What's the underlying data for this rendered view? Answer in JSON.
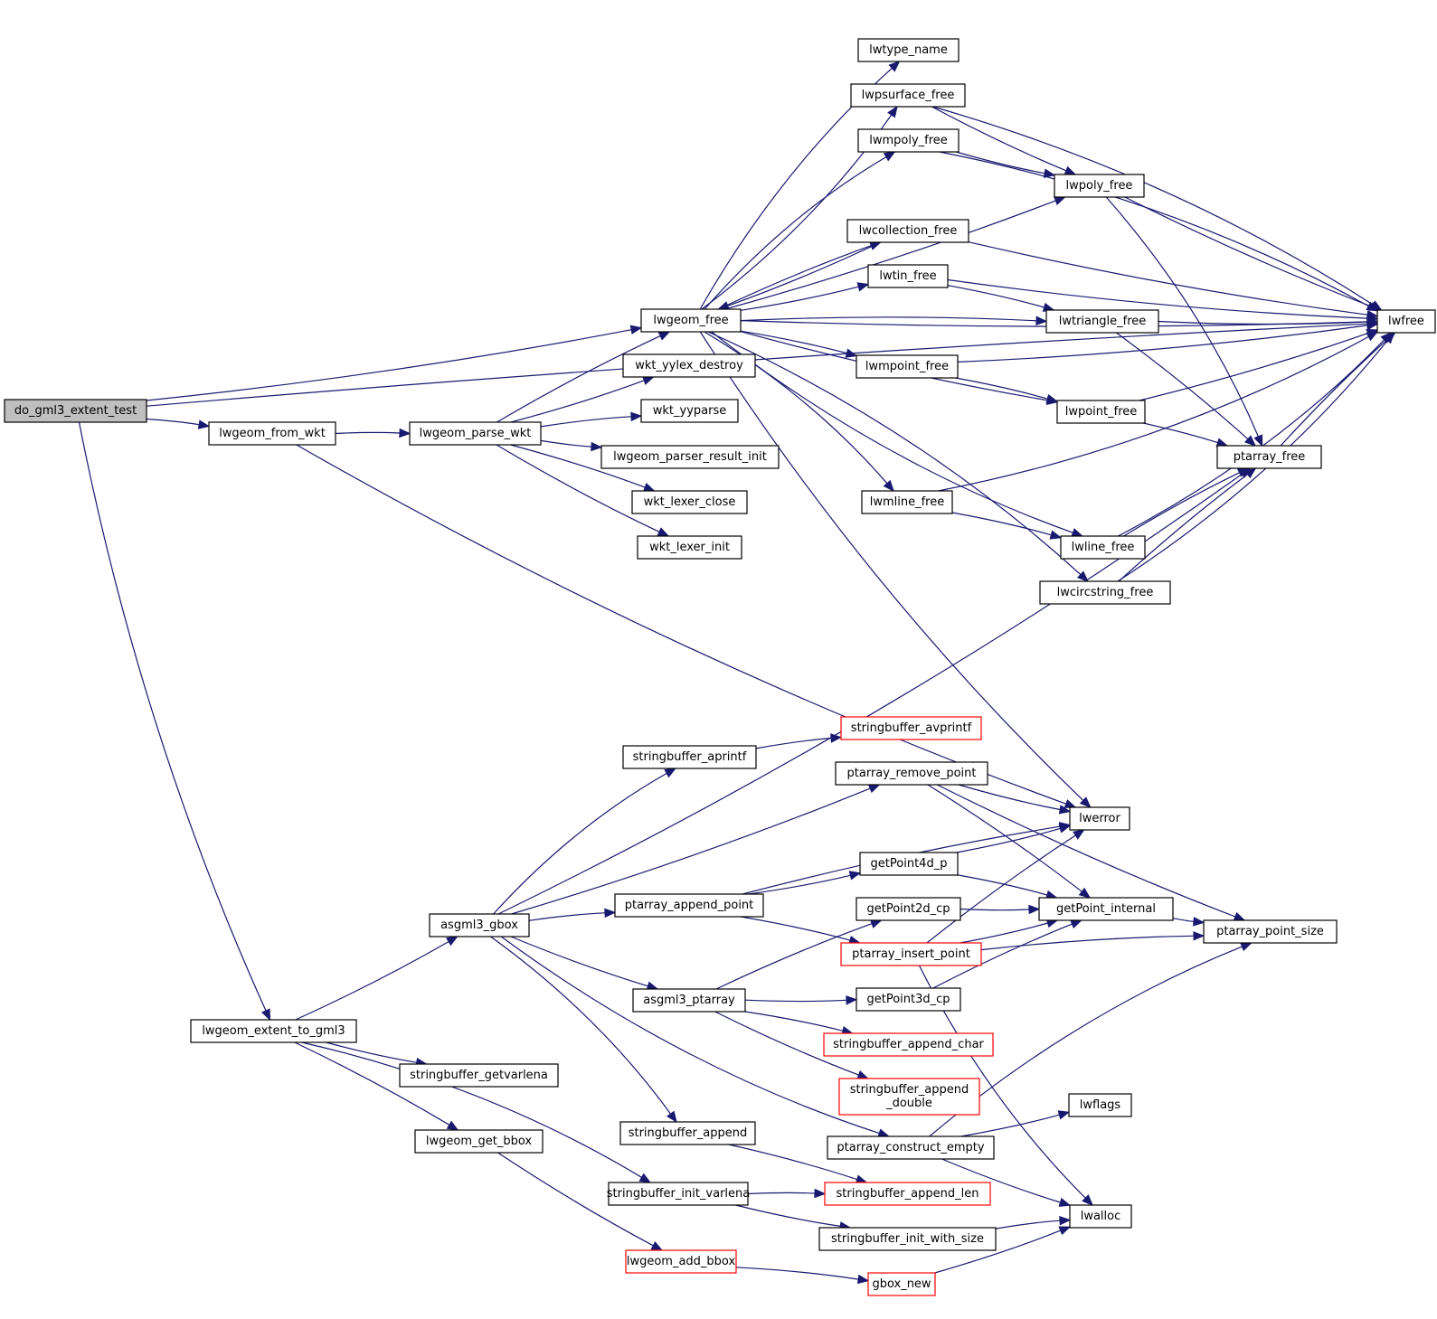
{
  "graph": {
    "title": "Call graph for do_gml3_extent_test",
    "colors": {
      "edge": "#191970",
      "root_fill": "#bfbfbf",
      "external_border": "#ff0000",
      "node_border": "#000000"
    },
    "nodes": [
      {
        "id": "do_gml3_extent_test",
        "label": "do_gml3_extent_test",
        "kind": "root"
      },
      {
        "id": "lwgeom_from_wkt",
        "label": "lwgeom_from_wkt",
        "kind": "normal"
      },
      {
        "id": "lwgeom_extent_to_gml3",
        "label": "lwgeom_extent_to_gml3",
        "kind": "normal"
      },
      {
        "id": "lwgeom_parse_wkt",
        "label": "lwgeom_parse_wkt",
        "kind": "normal"
      },
      {
        "id": "asgml3_gbox",
        "label": "asgml3_gbox",
        "kind": "normal"
      },
      {
        "id": "stringbuffer_getvarlena",
        "label": "stringbuffer_getvarlena",
        "kind": "normal"
      },
      {
        "id": "lwgeom_get_bbox",
        "label": "lwgeom_get_bbox",
        "kind": "normal"
      },
      {
        "id": "lwgeom_free",
        "label": "lwgeom_free",
        "kind": "normal"
      },
      {
        "id": "wkt_yylex_destroy",
        "label": "wkt_yylex_destroy",
        "kind": "normal"
      },
      {
        "id": "wkt_yyparse",
        "label": "wkt_yyparse",
        "kind": "normal"
      },
      {
        "id": "lwgeom_parser_result_init",
        "label": "lwgeom_parser_result_init",
        "kind": "normal"
      },
      {
        "id": "wkt_lexer_close",
        "label": "wkt_lexer_close",
        "kind": "normal"
      },
      {
        "id": "wkt_lexer_init",
        "label": "wkt_lexer_init",
        "kind": "normal"
      },
      {
        "id": "stringbuffer_aprintf",
        "label": "stringbuffer_aprintf",
        "kind": "normal"
      },
      {
        "id": "ptarray_append_point",
        "label": "ptarray_append_point",
        "kind": "normal"
      },
      {
        "id": "asgml3_ptarray",
        "label": "asgml3_ptarray",
        "kind": "normal"
      },
      {
        "id": "stringbuffer_append",
        "label": "stringbuffer_append",
        "kind": "normal"
      },
      {
        "id": "stringbuffer_init_varlena",
        "label": "stringbuffer_init_varlena",
        "kind": "normal"
      },
      {
        "id": "lwgeom_add_bbox",
        "label": "lwgeom_add_bbox",
        "kind": "external"
      },
      {
        "id": "lwtype_name",
        "label": "lwtype_name",
        "kind": "normal"
      },
      {
        "id": "lwpsurface_free",
        "label": "lwpsurface_free",
        "kind": "normal"
      },
      {
        "id": "lwmpoly_free",
        "label": "lwmpoly_free",
        "kind": "normal"
      },
      {
        "id": "lwcollection_free",
        "label": "lwcollection_free",
        "kind": "normal"
      },
      {
        "id": "lwtin_free",
        "label": "lwtin_free",
        "kind": "normal"
      },
      {
        "id": "lwmpoint_free",
        "label": "lwmpoint_free",
        "kind": "normal"
      },
      {
        "id": "lwmline_free",
        "label": "lwmline_free",
        "kind": "normal"
      },
      {
        "id": "stringbuffer_avprintf",
        "label": "stringbuffer_avprintf",
        "kind": "external"
      },
      {
        "id": "ptarray_remove_point",
        "label": "ptarray_remove_point",
        "kind": "normal"
      },
      {
        "id": "getPoint4d_p",
        "label": "getPoint4d_p",
        "kind": "normal"
      },
      {
        "id": "getPoint2d_cp",
        "label": "getPoint2d_cp",
        "kind": "normal"
      },
      {
        "id": "ptarray_insert_point",
        "label": "ptarray_insert_point",
        "kind": "external"
      },
      {
        "id": "getPoint3d_cp",
        "label": "getPoint3d_cp",
        "kind": "normal"
      },
      {
        "id": "stringbuffer_append_char",
        "label": "stringbuffer_append_char",
        "kind": "external"
      },
      {
        "id": "stringbuffer_append_double",
        "label": "stringbuffer_append\n_double",
        "kind": "external"
      },
      {
        "id": "ptarray_construct_empty",
        "label": "ptarray_construct_empty",
        "kind": "normal"
      },
      {
        "id": "stringbuffer_append_len",
        "label": "stringbuffer_append_len",
        "kind": "external"
      },
      {
        "id": "stringbuffer_init_with_size",
        "label": "stringbuffer_init_with_size",
        "kind": "normal"
      },
      {
        "id": "gbox_new",
        "label": "gbox_new",
        "kind": "external"
      },
      {
        "id": "lwpoly_free",
        "label": "lwpoly_free",
        "kind": "normal"
      },
      {
        "id": "lwtriangle_free",
        "label": "lwtriangle_free",
        "kind": "normal"
      },
      {
        "id": "lwpoint_free",
        "label": "lwpoint_free",
        "kind": "normal"
      },
      {
        "id": "lwline_free",
        "label": "lwline_free",
        "kind": "normal"
      },
      {
        "id": "lwcircstring_free",
        "label": "lwcircstring_free",
        "kind": "normal"
      },
      {
        "id": "lwerror",
        "label": "lwerror",
        "kind": "normal"
      },
      {
        "id": "getPoint_internal",
        "label": "getPoint_internal",
        "kind": "normal"
      },
      {
        "id": "lwflags",
        "label": "lwflags",
        "kind": "normal"
      },
      {
        "id": "lwalloc",
        "label": "lwalloc",
        "kind": "normal"
      },
      {
        "id": "ptarray_free",
        "label": "ptarray_free",
        "kind": "normal"
      },
      {
        "id": "ptarray_point_size",
        "label": "ptarray_point_size",
        "kind": "normal"
      },
      {
        "id": "lwfree",
        "label": "lwfree",
        "kind": "normal"
      }
    ],
    "edges": [
      [
        "do_gml3_extent_test",
        "lwfree"
      ],
      [
        "do_gml3_extent_test",
        "lwgeom_free"
      ],
      [
        "do_gml3_extent_test",
        "lwgeom_from_wkt"
      ],
      [
        "do_gml3_extent_test",
        "lwgeom_extent_to_gml3"
      ],
      [
        "lwgeom_from_wkt",
        "lwgeom_parse_wkt"
      ],
      [
        "lwgeom_from_wkt",
        "lwerror"
      ],
      [
        "lwgeom_parse_wkt",
        "lwgeom_free"
      ],
      [
        "lwgeom_parse_wkt",
        "wkt_yylex_destroy"
      ],
      [
        "lwgeom_parse_wkt",
        "wkt_yyparse"
      ],
      [
        "lwgeom_parse_wkt",
        "lwgeom_parser_result_init"
      ],
      [
        "lwgeom_parse_wkt",
        "wkt_lexer_close"
      ],
      [
        "lwgeom_parse_wkt",
        "wkt_lexer_init"
      ],
      [
        "lwgeom_free",
        "lwtype_name"
      ],
      [
        "lwgeom_free",
        "lwpsurface_free"
      ],
      [
        "lwgeom_free",
        "lwmpoly_free"
      ],
      [
        "lwgeom_free",
        "lwpoly_free"
      ],
      [
        "lwgeom_free",
        "lwcollection_free"
      ],
      [
        "lwgeom_free",
        "lwtin_free"
      ],
      [
        "lwgeom_free",
        "lwtriangle_free"
      ],
      [
        "lwgeom_free",
        "lwfree"
      ],
      [
        "lwgeom_free",
        "lwmpoint_free"
      ],
      [
        "lwgeom_free",
        "lwpoint_free"
      ],
      [
        "lwgeom_free",
        "lwmline_free"
      ],
      [
        "lwgeom_free",
        "lwline_free"
      ],
      [
        "lwgeom_free",
        "lwcircstring_free"
      ],
      [
        "lwgeom_free",
        "lwerror"
      ],
      [
        "lwcollection_free",
        "lwgeom_free"
      ],
      [
        "lwpsurface_free",
        "lwpoly_free"
      ],
      [
        "lwpsurface_free",
        "lwfree"
      ],
      [
        "lwmpoly_free",
        "lwpoly_free"
      ],
      [
        "lwmpoly_free",
        "lwfree"
      ],
      [
        "lwcollection_free",
        "lwfree"
      ],
      [
        "lwtin_free",
        "lwtriangle_free"
      ],
      [
        "lwtin_free",
        "lwfree"
      ],
      [
        "lwmpoint_free",
        "lwpoint_free"
      ],
      [
        "lwmpoint_free",
        "lwfree"
      ],
      [
        "lwmline_free",
        "lwline_free"
      ],
      [
        "lwmline_free",
        "lwfree"
      ],
      [
        "lwpoly_free",
        "ptarray_free"
      ],
      [
        "lwpoly_free",
        "lwfree"
      ],
      [
        "lwtriangle_free",
        "ptarray_free"
      ],
      [
        "lwtriangle_free",
        "lwfree"
      ],
      [
        "lwpoint_free",
        "ptarray_free"
      ],
      [
        "lwpoint_free",
        "lwfree"
      ],
      [
        "lwline_free",
        "ptarray_free"
      ],
      [
        "lwline_free",
        "lwfree"
      ],
      [
        "lwcircstring_free",
        "ptarray_free"
      ],
      [
        "lwcircstring_free",
        "lwfree"
      ],
      [
        "ptarray_free",
        "lwfree"
      ],
      [
        "lwgeom_extent_to_gml3",
        "asgml3_gbox"
      ],
      [
        "lwgeom_extent_to_gml3",
        "stringbuffer_init_varlena"
      ],
      [
        "lwgeom_extent_to_gml3",
        "stringbuffer_getvarlena"
      ],
      [
        "lwgeom_extent_to_gml3",
        "lwgeom_get_bbox"
      ],
      [
        "lwgeom_get_bbox",
        "lwgeom_add_bbox"
      ],
      [
        "lwgeom_add_bbox",
        "gbox_new"
      ],
      [
        "asgml3_gbox",
        "ptarray_free"
      ],
      [
        "asgml3_gbox",
        "stringbuffer_aprintf"
      ],
      [
        "asgml3_gbox",
        "ptarray_remove_point"
      ],
      [
        "asgml3_gbox",
        "ptarray_append_point"
      ],
      [
        "asgml3_gbox",
        "asgml3_ptarray"
      ],
      [
        "asgml3_gbox",
        "stringbuffer_append"
      ],
      [
        "asgml3_gbox",
        "ptarray_construct_empty"
      ],
      [
        "stringbuffer_aprintf",
        "stringbuffer_avprintf"
      ],
      [
        "ptarray_remove_point",
        "lwerror"
      ],
      [
        "ptarray_remove_point",
        "getPoint_internal"
      ],
      [
        "ptarray_remove_point",
        "ptarray_point_size"
      ],
      [
        "ptarray_append_point",
        "lwerror"
      ],
      [
        "ptarray_append_point",
        "getPoint4d_p"
      ],
      [
        "ptarray_append_point",
        "ptarray_insert_point"
      ],
      [
        "getPoint4d_p",
        "lwerror"
      ],
      [
        "getPoint4d_p",
        "getPoint_internal"
      ],
      [
        "getPoint2d_cp",
        "getPoint_internal"
      ],
      [
        "ptarray_insert_point",
        "lwerror"
      ],
      [
        "ptarray_insert_point",
        "getPoint_internal"
      ],
      [
        "ptarray_insert_point",
        "ptarray_point_size"
      ],
      [
        "ptarray_insert_point",
        "lwalloc"
      ],
      [
        "getPoint3d_cp",
        "getPoint_internal"
      ],
      [
        "getPoint_internal",
        "ptarray_point_size"
      ],
      [
        "asgml3_ptarray",
        "getPoint2d_cp"
      ],
      [
        "asgml3_ptarray",
        "getPoint3d_cp"
      ],
      [
        "asgml3_ptarray",
        "stringbuffer_append_char"
      ],
      [
        "asgml3_ptarray",
        "stringbuffer_append_double"
      ],
      [
        "stringbuffer_append",
        "stringbuffer_append_len"
      ],
      [
        "ptarray_construct_empty",
        "lwflags"
      ],
      [
        "ptarray_construct_empty",
        "ptarray_point_size"
      ],
      [
        "ptarray_construct_empty",
        "lwalloc"
      ],
      [
        "stringbuffer_init_varlena",
        "stringbuffer_append_len"
      ],
      [
        "stringbuffer_init_varlena",
        "stringbuffer_init_with_size"
      ],
      [
        "stringbuffer_init_with_size",
        "lwalloc"
      ],
      [
        "gbox_new",
        "lwalloc"
      ]
    ]
  }
}
